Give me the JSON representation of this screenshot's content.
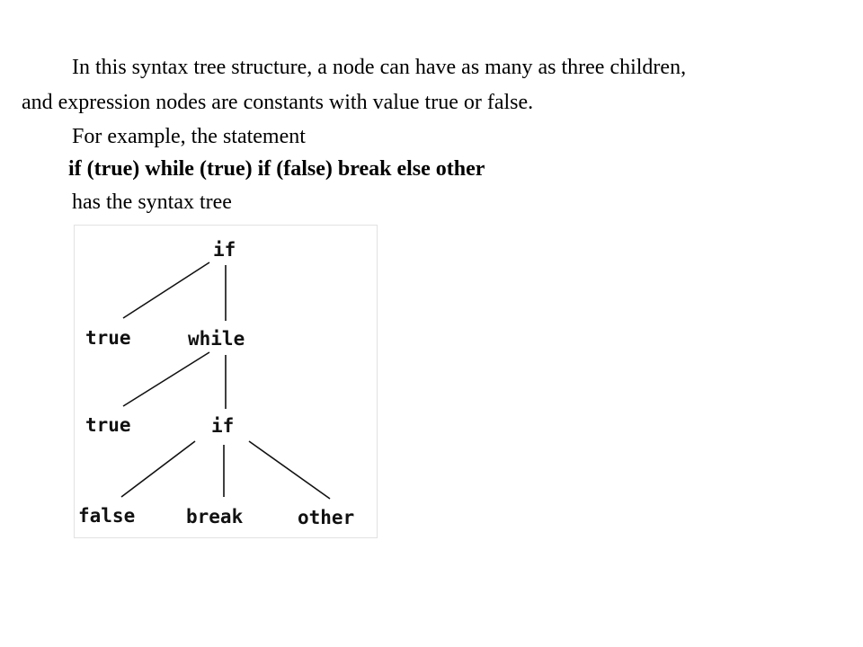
{
  "text": {
    "para1_line1": "In this syntax tree structure, a node can have as many as three children,",
    "para1_line2": "and expression nodes are constants with value true or false.",
    "para2_line1": "For example, the statement",
    "statement": "if (true) while (true) if (false) break else other",
    "para2_line2": "has the syntax tree"
  },
  "tree": {
    "root": "if",
    "root_left": "true",
    "root_right": "while",
    "while_left": "true",
    "while_right": "if",
    "if_test": "false",
    "if_then": "break",
    "if_else": "other"
  }
}
